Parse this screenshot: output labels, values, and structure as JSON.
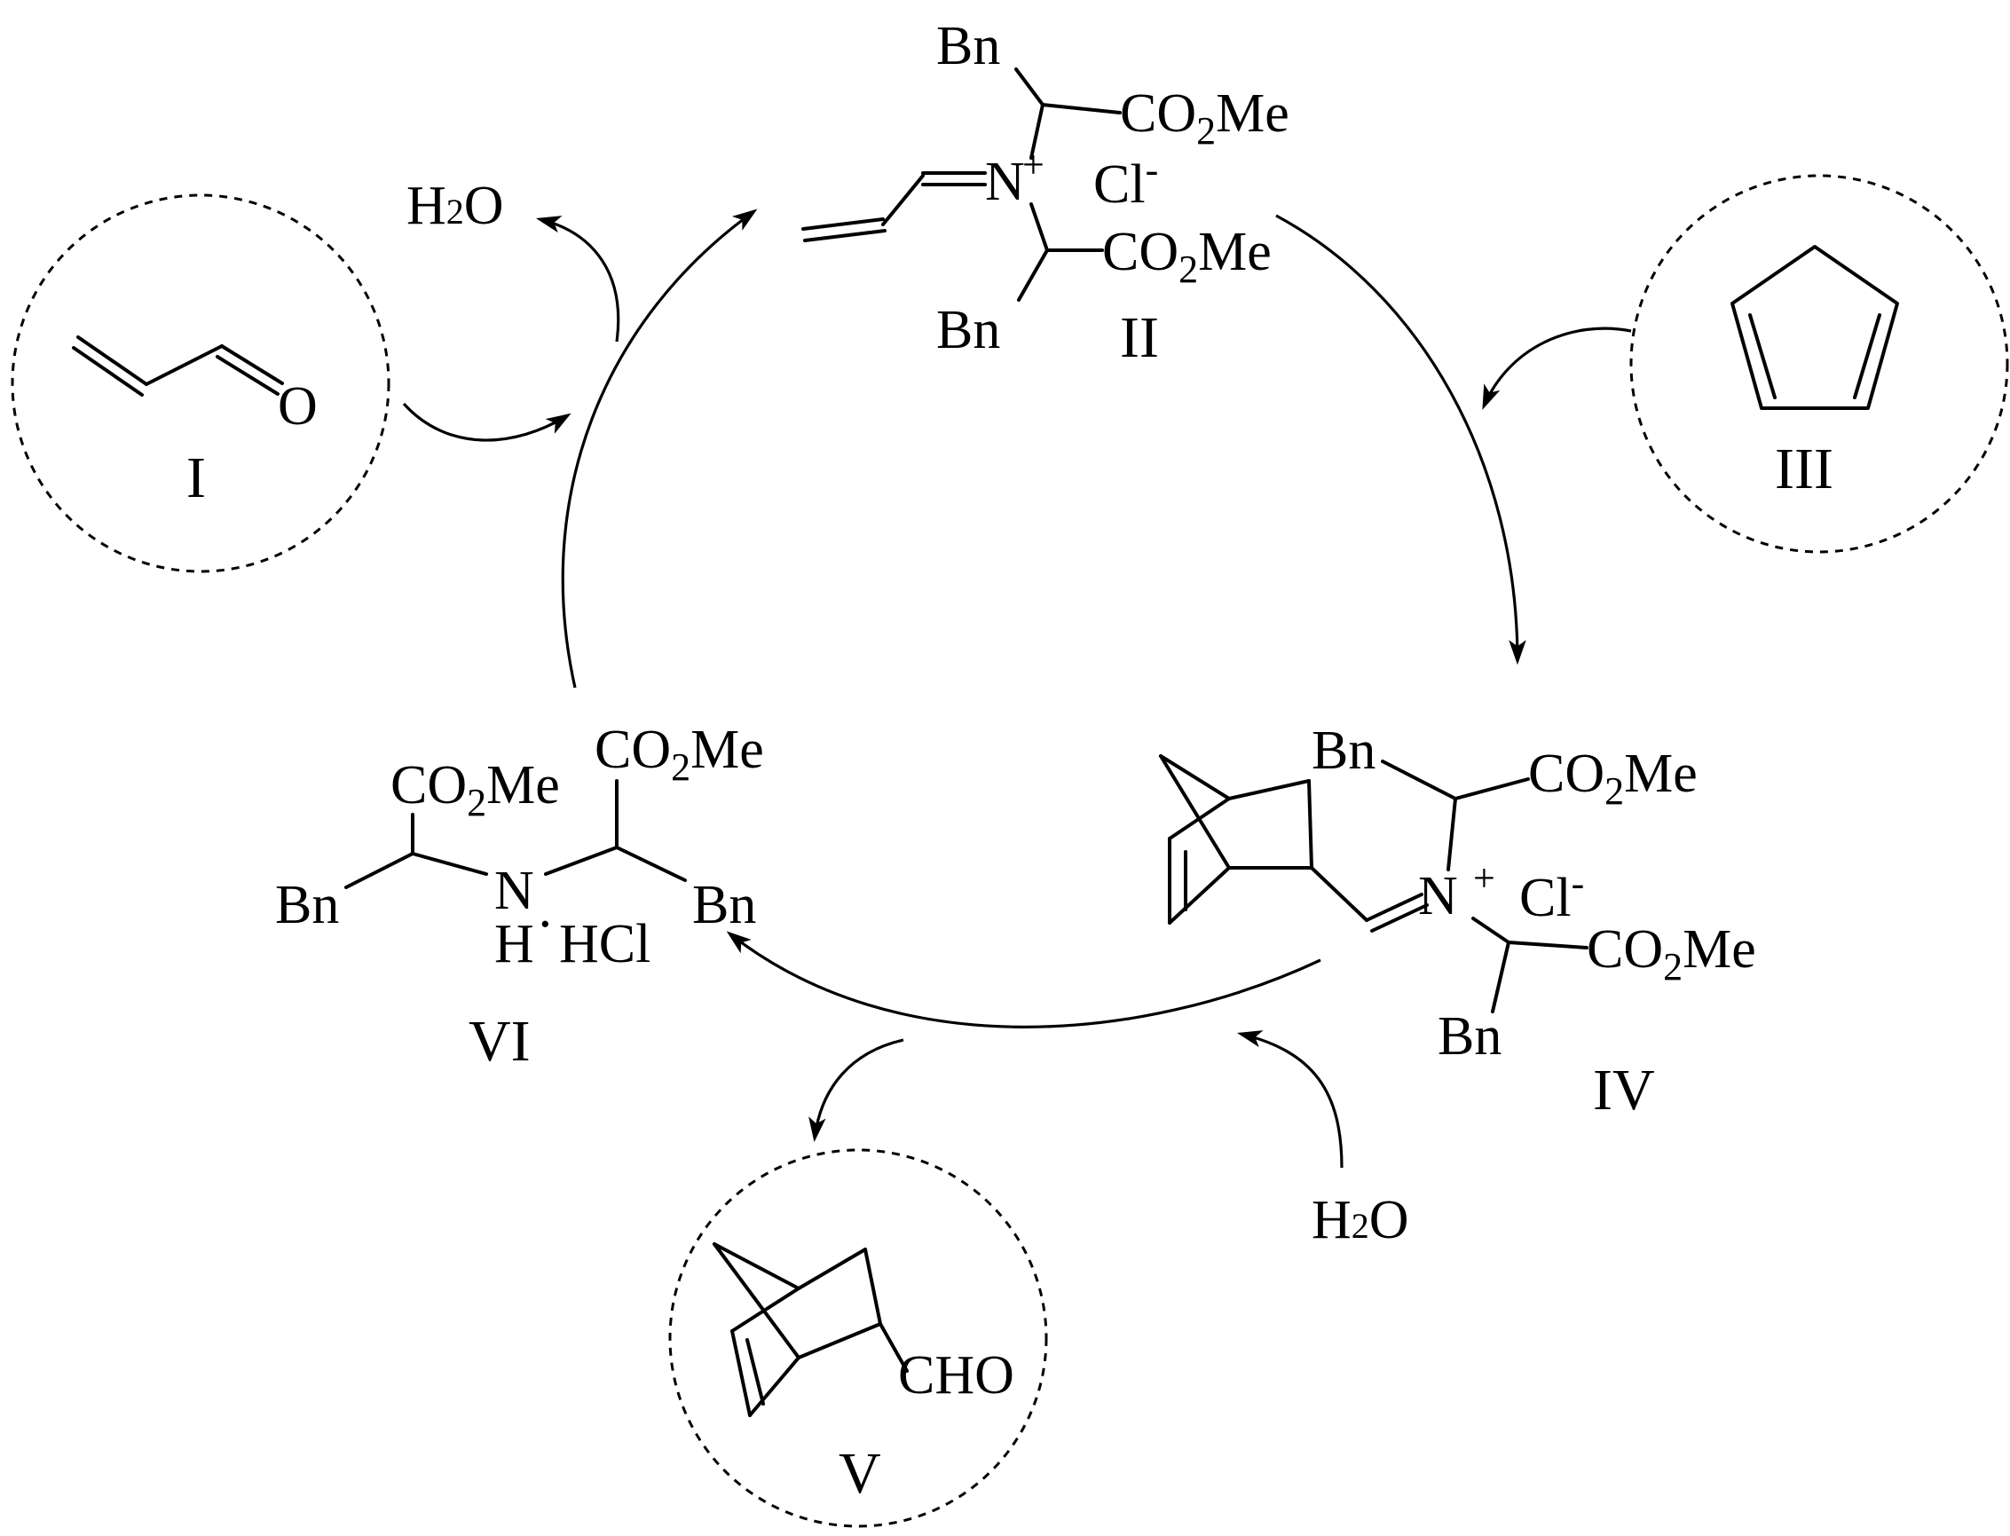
{
  "compounds": {
    "I": {
      "label": "I",
      "atom_O": "O"
    },
    "II": {
      "label": "II",
      "bn_top": "Bn",
      "bn_bottom": "Bn",
      "ester_top": "CO",
      "ester_top_sub": "2",
      "ester_top_me": "Me",
      "ester_bottom": "CO",
      "ester_bottom_sub": "2",
      "ester_bottom_me": "Me",
      "nitrogen": "N",
      "charge": "+",
      "counterion": "Cl",
      "counter_charge": "-"
    },
    "III": {
      "label": "III"
    },
    "IV": {
      "label": "IV",
      "bn_top": "Bn",
      "bn_bottom": "Bn",
      "ester_top": "CO",
      "ester_top_sub": "2",
      "ester_top_me": "Me",
      "ester_bottom": "CO",
      "ester_bottom_sub": "2",
      "ester_bottom_me": "Me",
      "nitrogen": "N",
      "charge": "+",
      "counterion": "Cl",
      "counter_charge": "-"
    },
    "V": {
      "label": "V",
      "aldehyde": "CHO"
    },
    "VI": {
      "label": "VI",
      "ester_left": "CO",
      "ester_left_sub": "2",
      "ester_left_me": "Me",
      "ester_right": "CO",
      "ester_right_sub": "2",
      "ester_right_me": "Me",
      "bn_left": "Bn",
      "bn_right": "Bn",
      "nitrogen": "N",
      "hydrogen": "H",
      "dot": "·",
      "salt": "HCl"
    }
  },
  "byproducts": {
    "water_out": {
      "h": "H",
      "sub": "2",
      "o": "O"
    },
    "water_in": {
      "h": "H",
      "sub": "2",
      "o": "O"
    }
  }
}
